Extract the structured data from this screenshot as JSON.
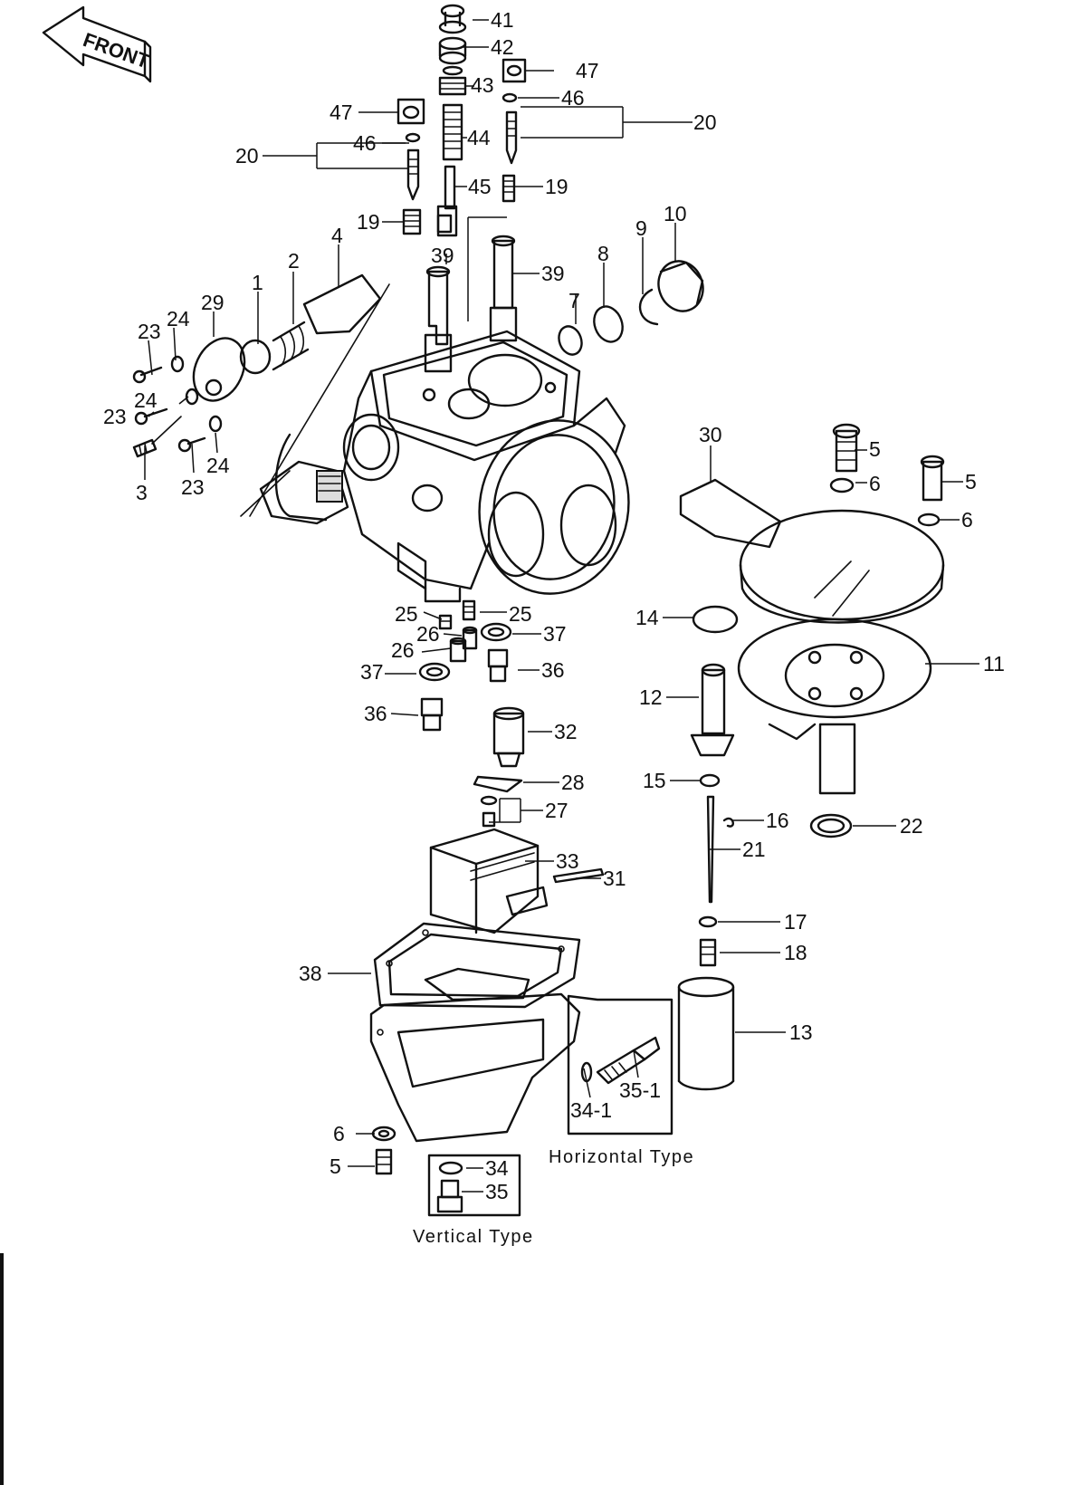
{
  "front_arrow": {
    "label": "FRONT"
  },
  "captions": {
    "horizontal": "Horizontal Type",
    "vertical": "Vertical Type"
  },
  "callouts": {
    "c41": "41",
    "c42": "42",
    "c43": "43",
    "c44": "44",
    "c45": "45",
    "c47a": "47",
    "c47b": "47",
    "c46a": "46",
    "c46b": "46",
    "c20a": "20",
    "c20b": "20",
    "c19a": "19",
    "c19b": "19",
    "c39a": "39",
    "c39b": "39",
    "c10": "10",
    "c9": "9",
    "c8": "8",
    "c7": "7",
    "c4": "4",
    "c2": "2",
    "c1": "1",
    "c29": "29",
    "c23a": "23",
    "c23b": "23",
    "c23c": "23",
    "c24a": "24",
    "c24b": "24",
    "c24c": "24",
    "c3": "3",
    "c30": "30",
    "c5a": "5",
    "c5b": "5",
    "c5c": "5",
    "c6a": "6",
    "c6b": "6",
    "c6c": "6",
    "c25a": "25",
    "c25b": "25",
    "c26a": "26",
    "c26b": "26",
    "c37a": "37",
    "c37b": "37",
    "c36a": "36",
    "c36b": "36",
    "c14": "14",
    "c11": "11",
    "c12": "12",
    "c32": "32",
    "c28": "28",
    "c27": "27",
    "c15": "15",
    "c16": "16",
    "c22": "22",
    "c21": "21",
    "c33": "33",
    "c31": "31",
    "c17": "17",
    "c18": "18",
    "c38": "38",
    "c13": "13",
    "c35_1": "35-1",
    "c34_1": "34-1",
    "c34": "34",
    "c35": "35"
  }
}
